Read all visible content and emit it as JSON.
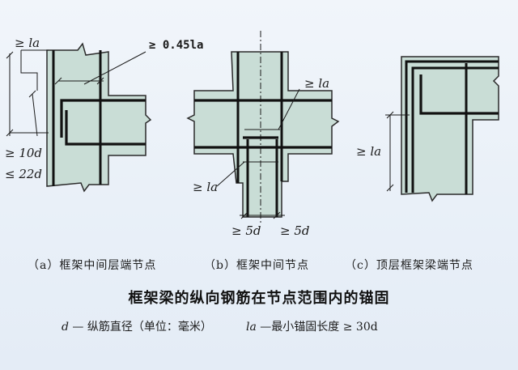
{
  "diagram": {
    "labels": {
      "a_la": "≥ la",
      "a_045la": "≥ 0.45la",
      "a_10d": "≥ 10d",
      "a_22d": "≤ 22d",
      "b_la_top": "≥ la",
      "b_la_left": "≥ la",
      "b_5d_left": "≥ 5d",
      "b_5d_right": "≥ 5d",
      "c_la": "≥ la"
    },
    "captions": {
      "a": "（a）框架中间层端节点",
      "b": "（b）框架中间节点",
      "c": "（c）顶层框架梁端节点"
    },
    "title": "框架梁的纵向钢筋在节点范围内的锚固",
    "legend": {
      "d_symbol": "d",
      "d_text": "— 纵筋直径（单位：毫米）",
      "la_symbol": "la",
      "la_text": "—最小锚固长度 ≥ 30d"
    },
    "colors": {
      "concrete": "#c9ddd6",
      "outline": "#2a2a2a",
      "rebar": "#111111",
      "background": "#eef3f9"
    }
  }
}
